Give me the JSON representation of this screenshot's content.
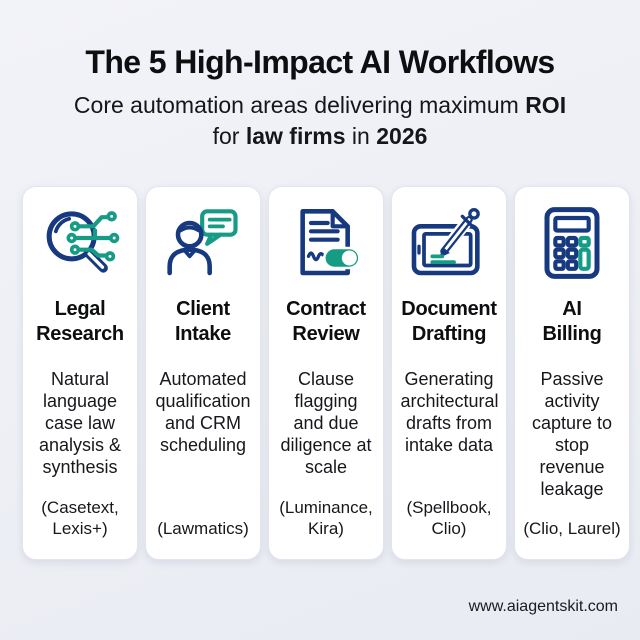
{
  "header": {
    "title": "The 5 High-Impact AI Workflows",
    "subtitle_line1": [
      {
        "t": "Core automation areas delivering maximum ",
        "b": false
      },
      {
        "t": "ROI",
        "b": true
      }
    ],
    "subtitle_line2": [
      {
        "t": "for ",
        "b": false
      },
      {
        "t": "law firms",
        "b": true
      },
      {
        "t": " in ",
        "b": false
      },
      {
        "t": "2026",
        "b": true
      }
    ]
  },
  "cards": [
    {
      "icon": "magnifier-circuit-icon",
      "title_lines": [
        "Legal",
        "Research"
      ],
      "description": "Natural language case law analysis & synthesis",
      "tools": "(Casetext, Lexis+)"
    },
    {
      "icon": "person-chat-icon",
      "title_lines": [
        "Client",
        "Intake"
      ],
      "description": "Automated qualification and CRM scheduling",
      "tools": "(Lawmatics)"
    },
    {
      "icon": "document-toggle-icon",
      "title_lines": [
        "Contract",
        "Review"
      ],
      "description": "Clause flagging and due diligence at scale",
      "tools": "(Luminance, Kira)"
    },
    {
      "icon": "tablet-pen-icon",
      "title_lines": [
        "Document",
        "Drafting"
      ],
      "description": "Generating architectural drafts from intake data",
      "tools": "(Spellbook, Clio)"
    },
    {
      "icon": "calculator-icon",
      "title_lines": [
        "AI",
        "Billing"
      ],
      "description": "Passive activity capture to stop revenue leakage",
      "tools": "(Clio, Laurel)"
    }
  ],
  "footer": {
    "url": "www.aiagentskit.com"
  },
  "colors": {
    "navy": "#16397f",
    "teal": "#169b84",
    "background": "#edeff5",
    "card_background": "#ffffff",
    "card_border": "#e2e5ee",
    "text": "#111111"
  }
}
